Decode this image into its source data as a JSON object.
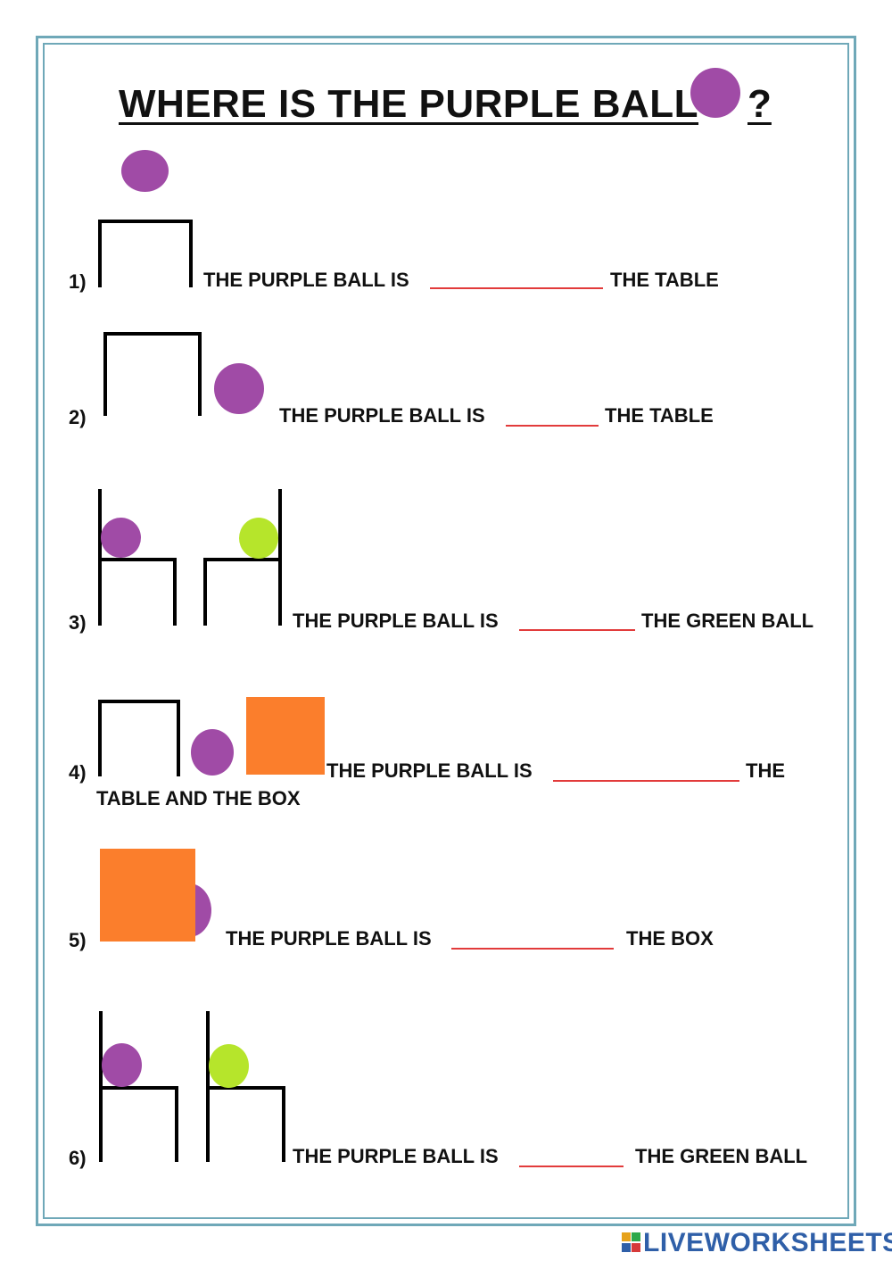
{
  "title": {
    "text": "WHERE IS THE PURPLE BALL",
    "question_mark": "?"
  },
  "items": [
    {
      "number": "1)",
      "before": "THE PURPLE BALL IS",
      "after": "THE TABLE"
    },
    {
      "number": "2)",
      "before": "THE PURPLE BALL IS",
      "after": "THE TABLE"
    },
    {
      "number": "3)",
      "before": "THE PURPLE BALL IS",
      "after": "THE GREEN BALL"
    },
    {
      "number": "4)",
      "before": "THE PURPLE BALL IS",
      "after": "THE",
      "continuation": "TABLE AND THE BOX"
    },
    {
      "number": "5)",
      "before": "THE PURPLE BALL IS",
      "after": "THE BOX"
    },
    {
      "number": "6)",
      "before": "THE PURPLE BALL IS",
      "after": "THE GREEN BALL"
    }
  ],
  "footer": {
    "brand": "LIVEWORKSHEETS",
    "icon": "liveworksheets-logo-icon"
  },
  "colors": {
    "purple_ball": "#a04ba6",
    "green_ball": "#b6e52b",
    "box": "#fb7e2c",
    "blank_line": "#e23b3b",
    "frame": "#6fa8b8",
    "brand": "#2f5fa8"
  }
}
